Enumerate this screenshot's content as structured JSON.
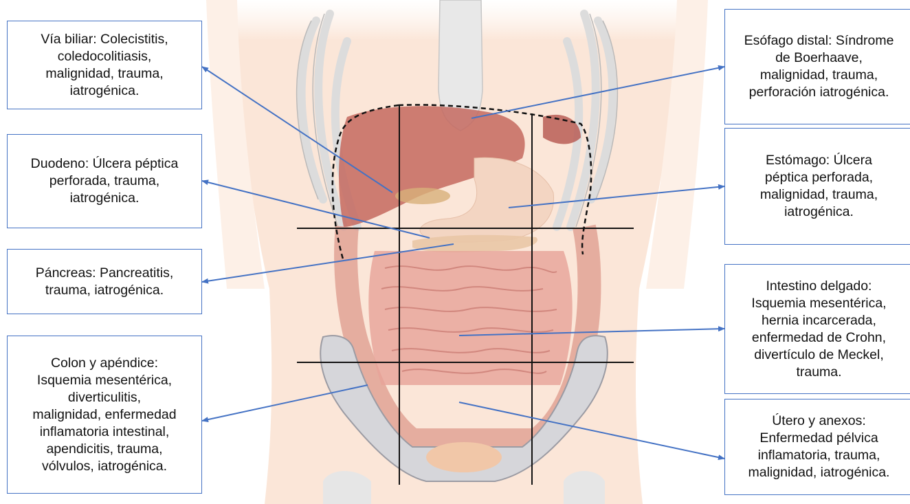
{
  "colors": {
    "arrow": "#4472c4",
    "skin": "#fbe6d8",
    "bone": "#e2e2e2",
    "organ": "#c9766d"
  },
  "labels": {
    "via_biliar": "Vía biliar: Colecistitis,\ncoledocolitiasis,\nmalignidad, trauma,\niatrogénica.",
    "duodeno": "Duodeno: Úlcera péptica\nperforada, trauma,\niatrogénica.",
    "pancreas": "Páncreas: Pancreatitis,\ntrauma, iatrogénica.",
    "colon": "Colon y apéndice:\nIsquemia mesentérica,\ndiverticulitis,\nmalignidad, enfermedad\ninflamatoria intestinal,\napendicitis, trauma,\nvólvulos, iatrogénica.",
    "esofago": "Esófago distal: Síndrome\nde Boerhaave,\nmalignidad, trauma,\nperforación iatrogénica.",
    "estomago": "Estómago: Úlcera\npéptica perforada,\nmalignidad, trauma,\niatrogénica.",
    "intestino": "Intestino delgado:\nIsquemia mesentérica,\nhernia incarcerada,\nenfermedad de Crohn,\ndivertículo de Meckel,\ntrauma.",
    "utero": "Útero y anexos:\nEnfermedad pélvica\ninflamatoria, trauma,\nmalignidad, iatrogénica."
  }
}
